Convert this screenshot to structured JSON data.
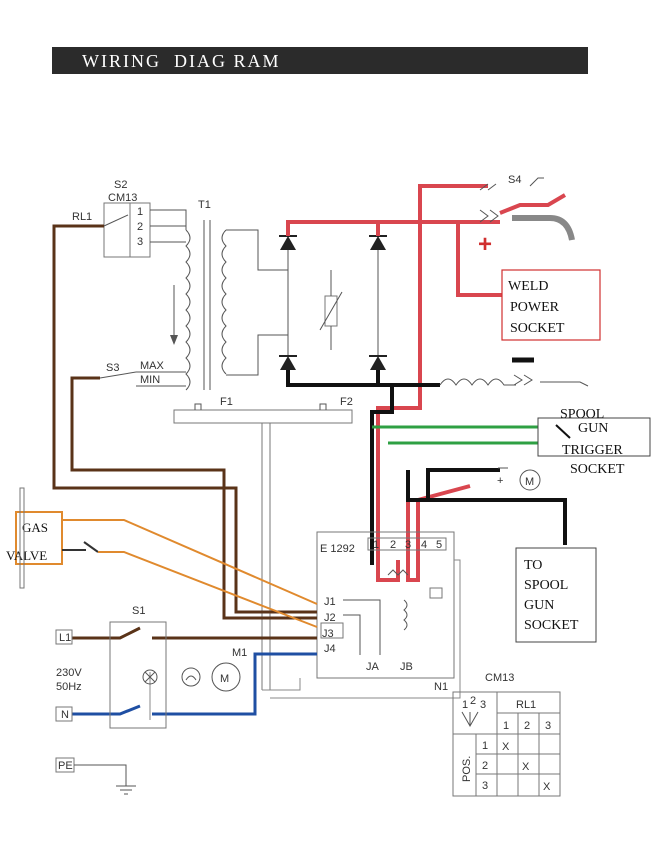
{
  "title": "WIRING  DIAG RAM",
  "colors": {
    "red": "#d9464f",
    "black": "#111111",
    "brown": "#5a3318",
    "green": "#2ea043",
    "blue": "#1f4fa3",
    "orange": "#e08a2e",
    "redbox": "#d02f2f"
  },
  "labels": {
    "s2": "S2",
    "cm13": "CM13",
    "t1": "T1",
    "rl1": "RL1",
    "pos1": "1",
    "pos2": "2",
    "pos3": "3",
    "s3": "S3",
    "max": "MAX",
    "min": "MIN",
    "f1": "F1",
    "f2": "F2",
    "s4": "S4",
    "weld1": "WELD",
    "weld2": "POWER",
    "weld3": "SOCKET",
    "spool1": "SPOOL",
    "spool2": "GUN",
    "spool3": "TRIGGER",
    "spool4": "SOCKET",
    "to1": "TO",
    "to2": "SPOOL",
    "to3": "GUN",
    "to4": "SOCKET",
    "gas1": "GAS",
    "gas2": "VALVE",
    "e1292": "E 1292",
    "pin1": "1",
    "pin2": "2",
    "pin3": "3",
    "pin4": "4",
    "pin5": "5",
    "j1": "J1",
    "j2": "J2",
    "j3": "J3",
    "j4": "J4",
    "ja": "JA",
    "jb": "JB",
    "n1": "N1",
    "s1": "S1",
    "m1": "M1",
    "l1": "L1",
    "n": "N",
    "pe": "PE",
    "v230": "230V",
    "hz50": "50Hz",
    "plus": "+",
    "minus": "▬",
    "motor": "M",
    "motor_sym": "+",
    "legend_title": "CM13",
    "legend_rl1": "RL1",
    "legend_pos": "POS.",
    "legend_c1": "1",
    "legend_c2": "2",
    "legend_c3": "3",
    "legend_r1": "1",
    "legend_r2": "2",
    "legend_r3": "3",
    "legend_dial1": "1",
    "legend_dial2": "2",
    "legend_dial3": "3",
    "x_mark": "X"
  }
}
